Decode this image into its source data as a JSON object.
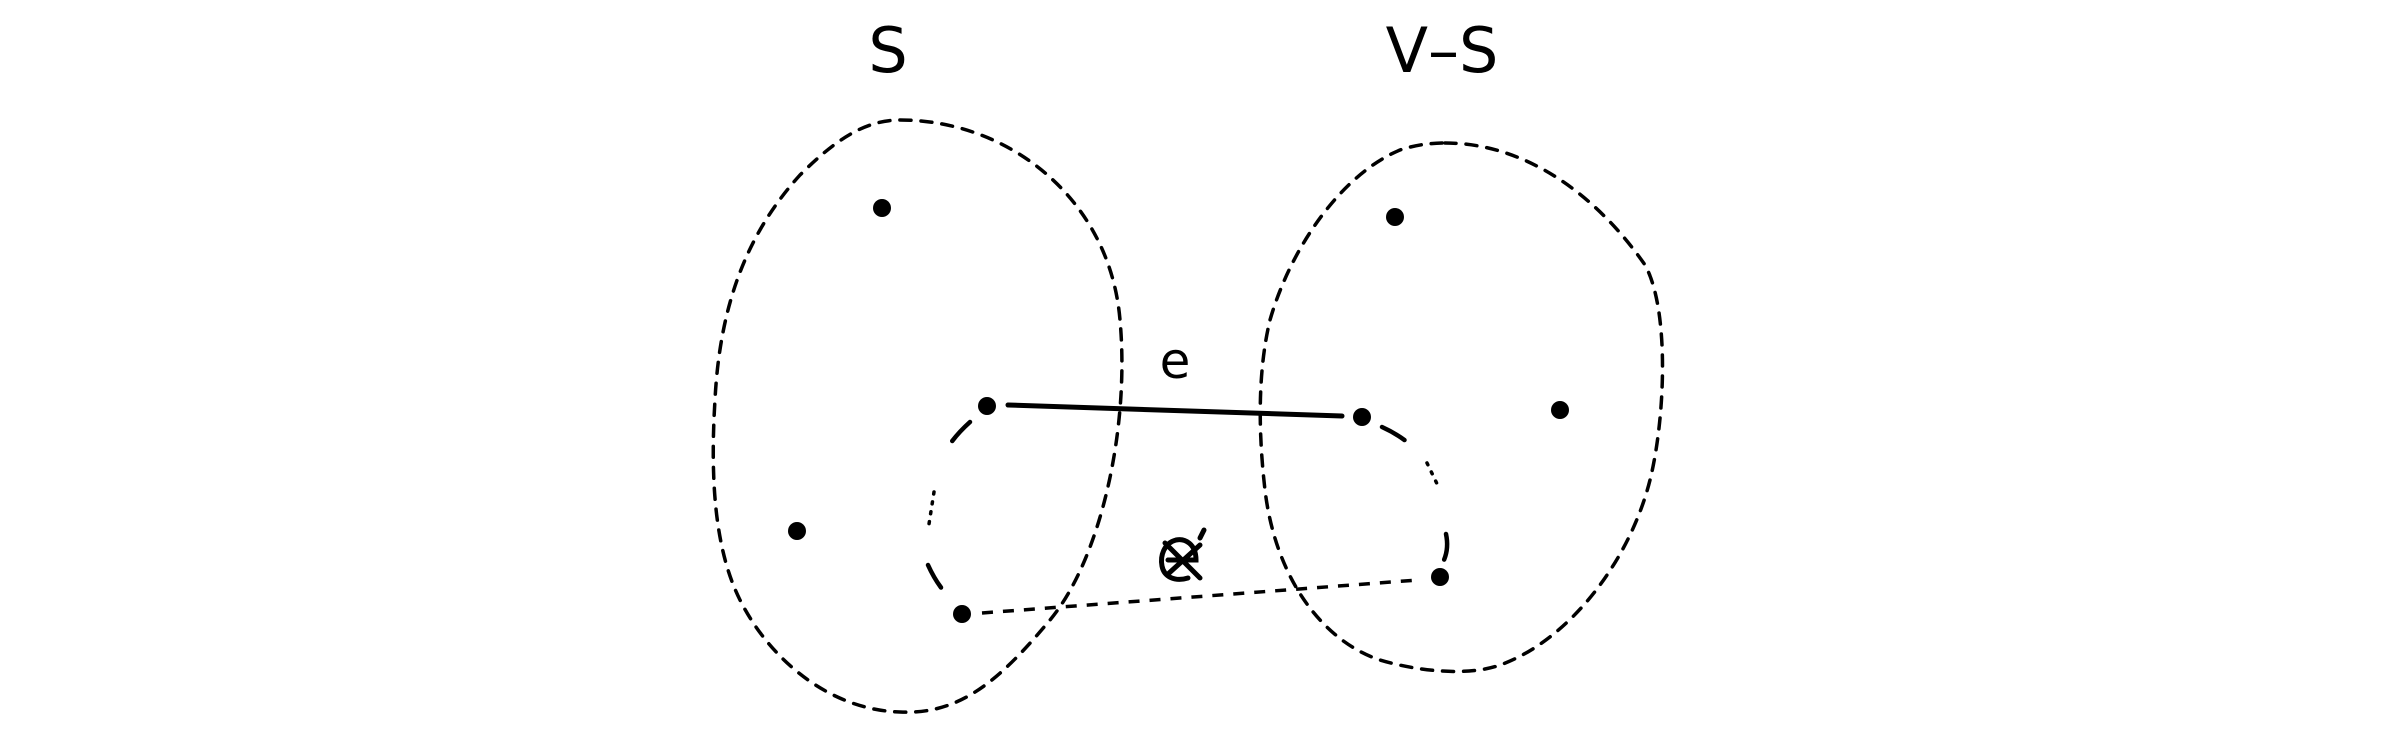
{
  "sets": [
    {
      "id": "S",
      "label": "S"
    },
    {
      "id": "V-S",
      "label": "V–S"
    }
  ],
  "edges": {
    "e": {
      "label": "e",
      "style": "solid"
    },
    "e_prime": {
      "label": "",
      "style": "dashed",
      "glyph": "e-prime-crossed-icon"
    }
  },
  "colors": {
    "ink": "#000000",
    "background": "#ffffff"
  }
}
